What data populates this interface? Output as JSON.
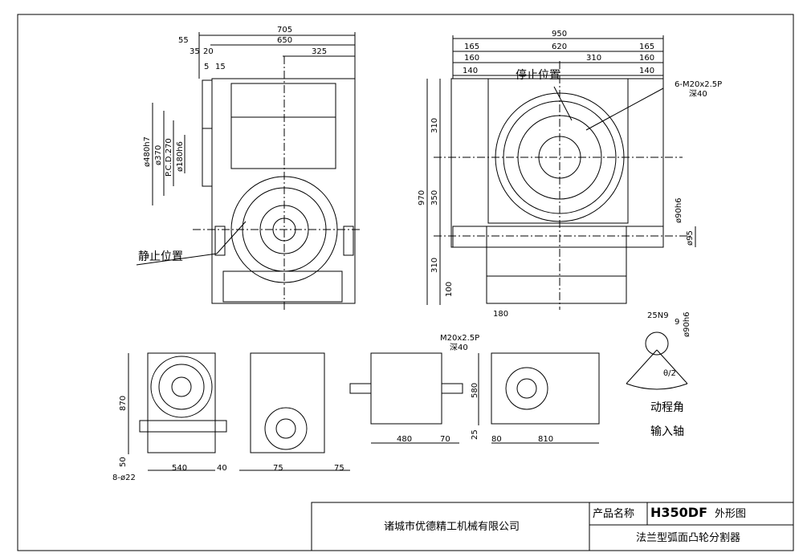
{
  "top_front_view": {
    "dims_horizontal": [
      "705",
      "650",
      "55",
      "325",
      "35",
      "20",
      "5",
      "15"
    ],
    "dims_vertical": [
      "ø480h7",
      "ø370",
      "P.C.D.270",
      "ø180h6"
    ],
    "label_rest": "静止位置"
  },
  "top_side_view": {
    "dims_horizontal": [
      "950",
      "620",
      "165",
      "165",
      "160",
      "310",
      "160",
      "140",
      "140"
    ],
    "dims_vertical": [
      "970",
      "310",
      "350",
      "310",
      "100",
      "ø90h6",
      "ø95"
    ],
    "dim_bottom": "180",
    "label_stop": "停止位置",
    "note_thread": "6-M20x2.5P",
    "note_depth": "深40"
  },
  "bottom_views": {
    "view1": {
      "dims": [
        "870",
        "50",
        "540",
        "40",
        "8-ø22"
      ]
    },
    "view2": {
      "dims": [
        "75"
      ]
    },
    "view3": {
      "dims": [
        "480",
        "70"
      ],
      "note_thread": "M20x2.5P",
      "note_depth": "深40"
    },
    "view4": {
      "dims": [
        "580",
        "25",
        "80",
        "810"
      ]
    },
    "view5": {
      "dims": [
        "75"
      ]
    }
  },
  "shaft_detail": {
    "dims": [
      "25N9",
      "9",
      "ø90h6",
      "θ/2"
    ],
    "label_angle": "动程角",
    "label_input": "输入轴"
  },
  "title_block": {
    "company": "诸城市优德精工机械有限公司",
    "name_label": "产品名称",
    "model": "H350DF",
    "view_type": "外形图",
    "product": "法兰型弧面凸轮分割器"
  }
}
